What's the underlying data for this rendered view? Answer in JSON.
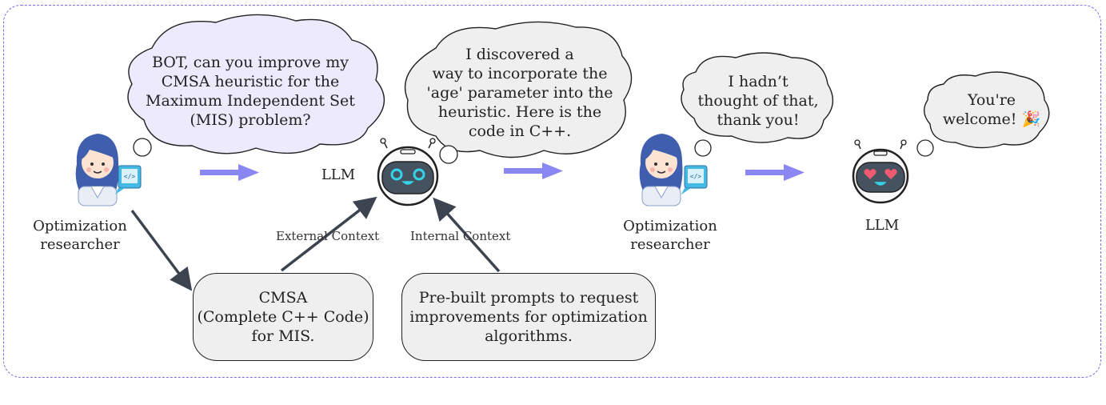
{
  "bubbles": {
    "researcher_1": "BOT, can you improve my\nCMSA heuristic for the\nMaximum Independent Set\n(MIS) problem?",
    "llm_1": "I discovered a\nway to incorporate the\n'age' parameter into the\nheuristic.  Here is the\ncode in C++.",
    "researcher_2": "I hadn’t\nthought of that,\nthank you!",
    "llm_2": "You're\nwelcome! 🎉"
  },
  "actors": {
    "researcher_1_label": "Optimization\nresearcher",
    "researcher_2_label": "Optimization\nresearcher",
    "llm_1_label": "LLM",
    "llm_2_label": "LLM"
  },
  "context": {
    "external_label": "External Context",
    "internal_label": "Internal Context"
  },
  "boxes": {
    "cmsa": "CMSA\n(Complete C++ Code)\nfor MIS.",
    "prompts": "Pre-built prompts to request\nimprovements for optimization\nalgorithms."
  },
  "colors": {
    "frame_border": "#7a6ee6",
    "bubble_1_fill": "#eceafc",
    "bubble_gray_fill": "#efefef",
    "flow_arrow": "#8a86f2",
    "context_arrow": "#3c4450",
    "robot_face": "#45525f",
    "robot_eye": "#35d2e8",
    "robot_heart": "#ee5a6f",
    "researcher_hair": "#3f5fae",
    "screen": "#44b9e6"
  },
  "icons": [
    "researcher-icon",
    "robot-icon",
    "robot-heart-eyes-icon",
    "code-screen-icon",
    "party-popper-icon"
  ]
}
